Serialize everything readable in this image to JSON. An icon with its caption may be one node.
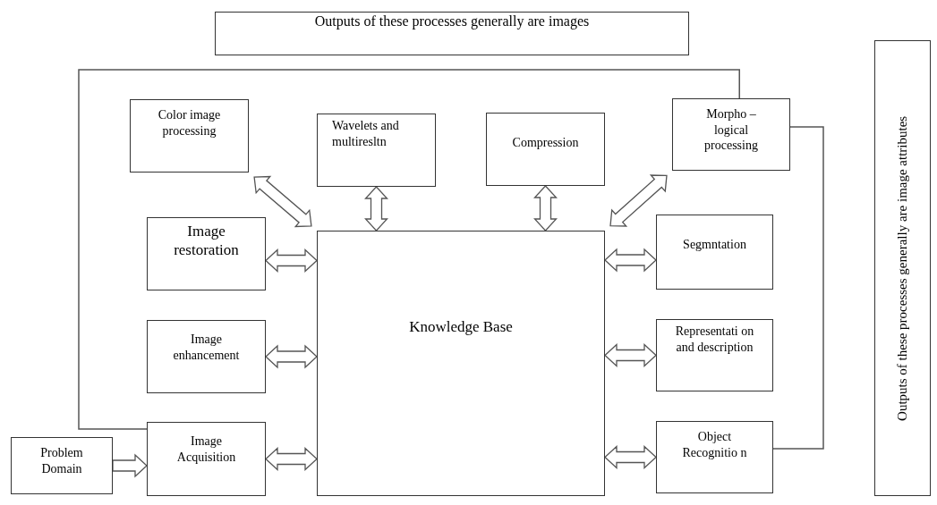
{
  "diagram": {
    "nodes": [
      {
        "text": [
          "Outputs of these processes generally are images"
        ]
      },
      {
        "text": [
          "Outputs of these processes generally are image attributes"
        ]
      },
      {
        "text": [
          "Color image processing"
        ]
      },
      {
        "text": [
          "Wavelets and multiresltn"
        ]
      },
      {
        "text": [
          "Compression"
        ]
      },
      {
        "text": [
          "Morpho – logical processing"
        ]
      },
      {
        "text": [
          "Image restoration"
        ]
      },
      {
        "text": [
          "Knowledge Base"
        ]
      },
      {
        "text": [
          "Segmntation"
        ]
      },
      {
        "text": [
          "Representati on and description"
        ]
      },
      {
        "text": [
          "Image enhancement"
        ]
      },
      {
        "text": [
          "Problem Domain"
        ]
      },
      {
        "text": [
          "Image Acquisition"
        ]
      },
      {
        "text": [
          "Object Recognitio n"
        ]
      }
    ],
    "edges": [
      {
        "from": 2,
        "to": 7,
        "arrow": "both"
      },
      {
        "from": 3,
        "to": 7,
        "arrow": "both"
      },
      {
        "from": 4,
        "to": 7,
        "arrow": "both"
      },
      {
        "from": 5,
        "to": 7,
        "arrow": "both"
      },
      {
        "from": 6,
        "to": 7,
        "arrow": "both"
      },
      {
        "from": 10,
        "to": 7,
        "arrow": "both"
      },
      {
        "from": 12,
        "to": 7,
        "arrow": "both"
      },
      {
        "from": 8,
        "to": 7,
        "arrow": "both"
      },
      {
        "from": 9,
        "to": 7,
        "arrow": "both"
      },
      {
        "from": 13,
        "to": 7,
        "arrow": "both"
      },
      {
        "from": 11,
        "to": 12,
        "arrow": "to"
      },
      {
        "from": 5,
        "to": 12,
        "arrow": "none"
      },
      {
        "from": 5,
        "to": 13,
        "arrow": "none"
      }
    ]
  }
}
